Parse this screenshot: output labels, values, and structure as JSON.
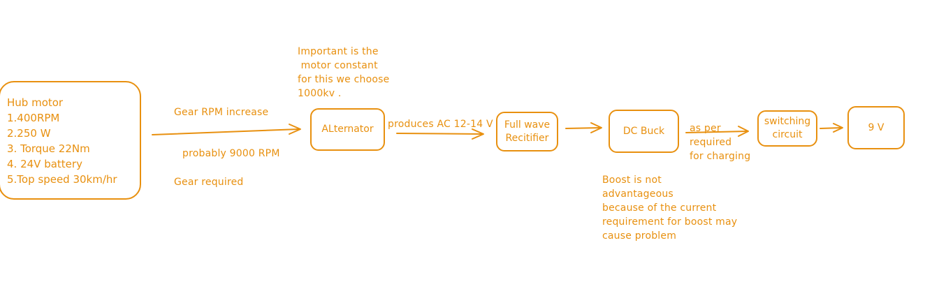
{
  "colors": {
    "stroke": "#e8900f"
  },
  "hub_motor": {
    "lines": [
      "Hub motor",
      "1.400RPM",
      "2.250 W",
      "3. Torque 22Nm",
      "4. 24V battery",
      "5.Top speed 30km/hr"
    ]
  },
  "alternator": {
    "label": "ALternator"
  },
  "rectifier": {
    "lines": [
      "Full wave",
      "Recitifier"
    ]
  },
  "dc_buck": {
    "label": "DC Buck"
  },
  "switching": {
    "lines": [
      "switching",
      "circuit"
    ]
  },
  "output": {
    "label": "9 V"
  },
  "annotations": {
    "gear_rpm": "Gear RPM increase",
    "probably_rpm": "probably 9000 RPM",
    "gear_required": "Gear required",
    "motor_constant": [
      "Important is the",
      " motor constant",
      "for this we choose",
      "1000kv ."
    ],
    "produces_ac": "produces AC 12-14 V",
    "as_per": [
      "as per",
      "required",
      "for charging"
    ],
    "boost_note": [
      "Boost is not",
      "advantageous",
      "because of the current",
      "requirement for boost may",
      "cause problem"
    ]
  }
}
